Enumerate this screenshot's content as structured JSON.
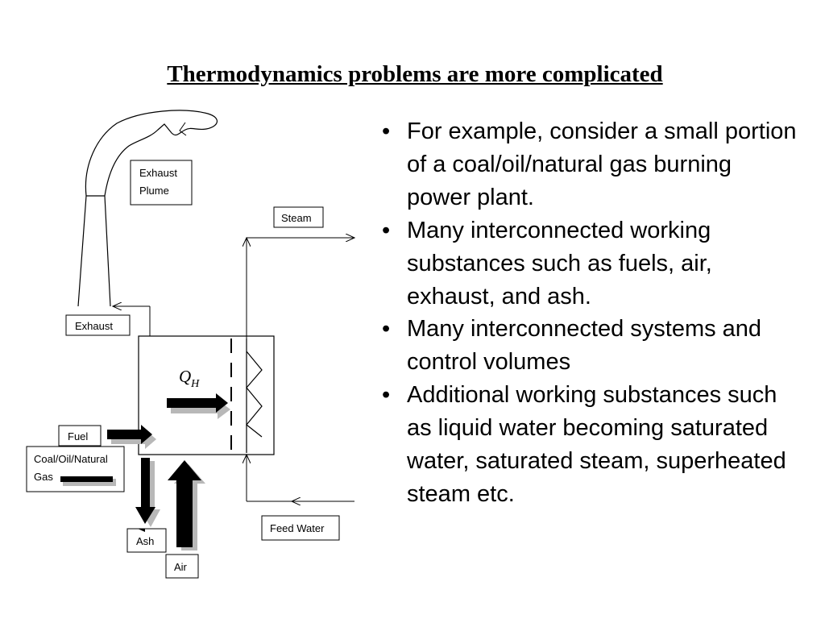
{
  "title": "Thermodynamics problems are more complicated",
  "diagram": {
    "labels": {
      "exhaust_plume": [
        "Exhaust",
        "Plume"
      ],
      "steam": "Steam",
      "exhaust": "Exhaust",
      "fuel": "Fuel",
      "coal_oil_gas": [
        "Coal/Oil/Natural",
        "Gas"
      ],
      "ash": "Ash",
      "air": "Air",
      "feed_water": "Feed Water"
    },
    "heat_symbol": {
      "main": "Q",
      "sub": "H"
    }
  },
  "bullets": [
    "For example, consider a small portion of a coal/oil/natural gas burning power plant.",
    "Many interconnected working substances such as fuels, air, exhaust, and ash.",
    "Many interconnected systems and control volumes",
    "Additional working substances such as liquid water becoming saturated water, saturated steam, superheated steam etc."
  ]
}
